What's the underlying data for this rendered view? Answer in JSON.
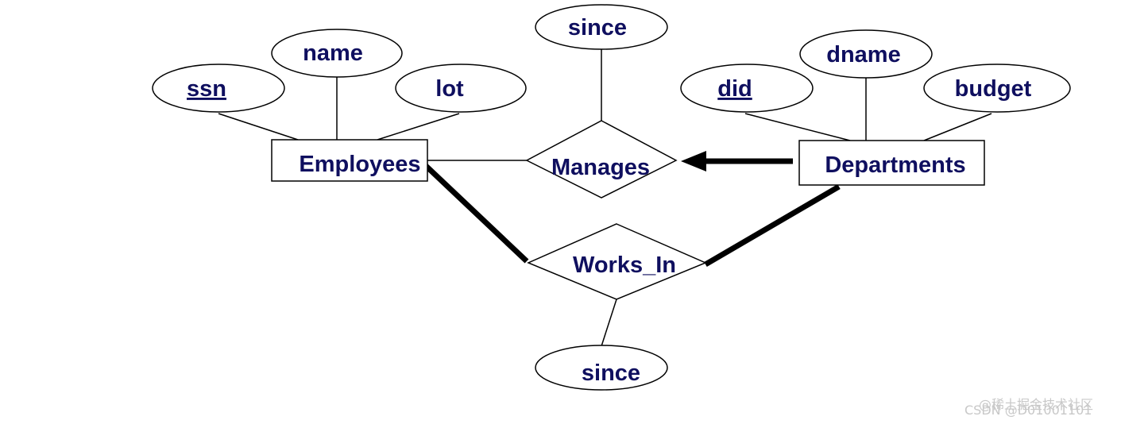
{
  "entities": {
    "employees": "Employees",
    "departments": "Departments"
  },
  "relationships": {
    "manages": "Manages",
    "works_in": "Works_In"
  },
  "attributes": {
    "ssn": "ssn",
    "name": "name",
    "lot": "lot",
    "manages_since": "since",
    "did": "did",
    "dname": "dname",
    "budget": "budget",
    "works_in_since": "since"
  },
  "watermarks": {
    "juejin": "@稀土掘金技术社区",
    "csdn": "CSDN @D01001101"
  },
  "colors": {
    "text": "#0f0f5f",
    "stroke": "#000000"
  }
}
